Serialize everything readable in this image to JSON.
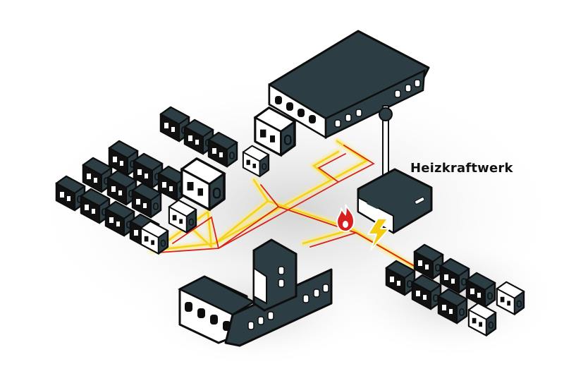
{
  "diagram": {
    "plant_label": "Heizkraftwerk",
    "colors": {
      "building": "#2c3d44",
      "outline": "#0d0d0d",
      "wall_light": "#ffffff",
      "heat_line": "#d62418",
      "power_line": "#f2d21b",
      "power_glow": "#fbe98a",
      "flame": "#d71f1f",
      "bolt": "#f5cc10",
      "shadow": "#d9d9d9"
    },
    "icons": [
      "flame-icon",
      "lightning-bolt-icon"
    ],
    "nodes": [
      {
        "id": "plant",
        "type": "power-plant"
      },
      {
        "id": "factory",
        "type": "large-building"
      },
      {
        "id": "school",
        "type": "public-building"
      },
      {
        "id": "district-west",
        "type": "houses"
      },
      {
        "id": "district-east",
        "type": "houses"
      },
      {
        "id": "row-north",
        "type": "houses"
      }
    ]
  }
}
